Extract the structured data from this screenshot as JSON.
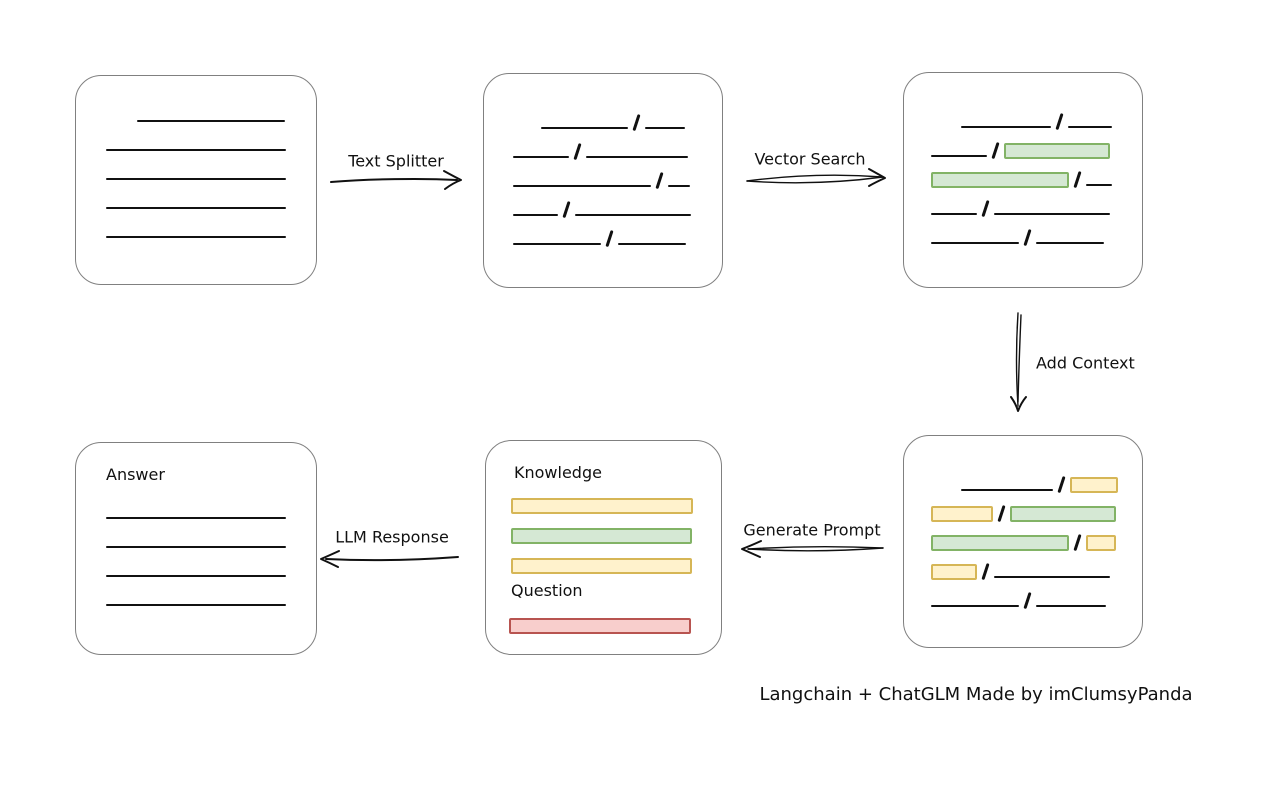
{
  "caption": "Langchain + ChatGLM Made by imClumsyPanda",
  "colors": {
    "ink": "#111111",
    "box_border": "#808080",
    "green_fill": "#d5e8d4",
    "green_border": "#82b366",
    "yellow_fill": "#fff2cc",
    "yellow_border": "#d6b656",
    "red_fill": "#f8cecc",
    "red_border": "#b85450"
  },
  "edges": {
    "text_splitter": {
      "label": "Text Splitter"
    },
    "vector_search": {
      "label": "Vector Search"
    },
    "add_context": {
      "label": "Add Context"
    },
    "generate_prompt": {
      "label": "Generate Prompt"
    },
    "llm_response": {
      "label": "LLM Response"
    }
  },
  "nodes": {
    "document": {
      "rows": [
        {
          "ind": 31,
          "seg": [
            {
              "t": "line",
              "w": 148
            }
          ]
        },
        {
          "seg": [
            {
              "t": "line",
              "w": 180
            }
          ]
        },
        {
          "seg": [
            {
              "t": "line",
              "w": 180
            }
          ]
        },
        {
          "seg": [
            {
              "t": "line",
              "w": 180
            }
          ]
        },
        {
          "seg": [
            {
              "t": "line",
              "w": 180
            }
          ]
        }
      ]
    },
    "split_chunks": {
      "rows": [
        {
          "ind": 28,
          "seg": [
            {
              "t": "line",
              "w": 87
            },
            {
              "t": "slash"
            },
            {
              "t": "line",
              "w": 40
            }
          ]
        },
        {
          "seg": [
            {
              "t": "line",
              "w": 56
            },
            {
              "t": "slash"
            },
            {
              "t": "line",
              "w": 102
            }
          ]
        },
        {
          "seg": [
            {
              "t": "line",
              "w": 138
            },
            {
              "t": "slash"
            },
            {
              "t": "line",
              "w": 22
            }
          ]
        },
        {
          "seg": [
            {
              "t": "line",
              "w": 45
            },
            {
              "t": "slash"
            },
            {
              "t": "line",
              "w": 116
            }
          ]
        },
        {
          "seg": [
            {
              "t": "line",
              "w": 88
            },
            {
              "t": "slash"
            },
            {
              "t": "line",
              "w": 68
            }
          ]
        }
      ]
    },
    "matched_chunks": {
      "rows": [
        {
          "ind": 30,
          "seg": [
            {
              "t": "line",
              "w": 90
            },
            {
              "t": "slash"
            },
            {
              "t": "line",
              "w": 44
            }
          ]
        },
        {
          "seg": [
            {
              "t": "line",
              "w": 56
            },
            {
              "t": "slash"
            },
            {
              "t": "green",
              "w": 106
            }
          ]
        },
        {
          "seg": [
            {
              "t": "green",
              "w": 138
            },
            {
              "t": "slash"
            },
            {
              "t": "line",
              "w": 26
            }
          ]
        },
        {
          "seg": [
            {
              "t": "line",
              "w": 46
            },
            {
              "t": "slash"
            },
            {
              "t": "line",
              "w": 116
            }
          ]
        },
        {
          "seg": [
            {
              "t": "line",
              "w": 88
            },
            {
              "t": "slash"
            },
            {
              "t": "line",
              "w": 68
            }
          ]
        }
      ]
    },
    "context_chunks": {
      "rows": [
        {
          "ind": 30,
          "seg": [
            {
              "t": "line",
              "w": 92
            },
            {
              "t": "slash"
            },
            {
              "t": "yellow",
              "w": 48
            }
          ]
        },
        {
          "seg": [
            {
              "t": "yellow",
              "w": 62
            },
            {
              "t": "slash"
            },
            {
              "t": "green",
              "w": 106
            }
          ]
        },
        {
          "seg": [
            {
              "t": "green",
              "w": 138
            },
            {
              "t": "slash"
            },
            {
              "t": "yellow",
              "w": 30
            }
          ]
        },
        {
          "seg": [
            {
              "t": "yellow",
              "w": 46
            },
            {
              "t": "slash"
            },
            {
              "t": "line",
              "w": 116
            }
          ]
        },
        {
          "seg": [
            {
              "t": "line",
              "w": 88
            },
            {
              "t": "slash"
            },
            {
              "t": "line",
              "w": 70
            }
          ]
        }
      ]
    },
    "prompt": {
      "knowledge_label": "Knowledge",
      "question_label": "Question",
      "knowledge_bars": [
        {
          "seg": [
            {
              "t": "yellow",
              "w": 182
            }
          ]
        },
        {
          "seg": [
            {
              "t": "green",
              "w": 181
            }
          ]
        },
        {
          "seg": [
            {
              "t": "yellow",
              "w": 181
            }
          ]
        }
      ],
      "question_bars": [
        {
          "seg": [
            {
              "t": "red",
              "w": 182
            }
          ]
        }
      ]
    },
    "answer": {
      "label": "Answer",
      "rows": [
        {
          "seg": [
            {
              "t": "line",
              "w": 180
            }
          ]
        },
        {
          "seg": [
            {
              "t": "line",
              "w": 180
            }
          ]
        },
        {
          "seg": [
            {
              "t": "line",
              "w": 180
            }
          ]
        },
        {
          "seg": [
            {
              "t": "line",
              "w": 180
            }
          ]
        }
      ]
    }
  }
}
